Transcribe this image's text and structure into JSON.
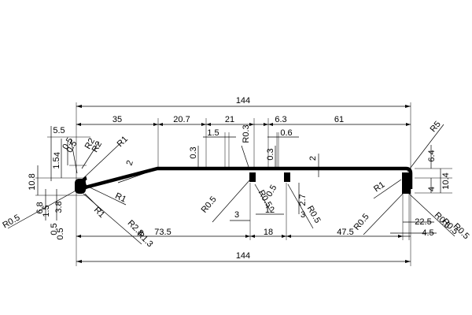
{
  "drawing": {
    "colors": {
      "line": "#000000",
      "background": "#ffffff"
    },
    "dimensions": {
      "overall_top": "144",
      "overall_bottom": "144",
      "seg_35": "35",
      "seg_20_7": "20.7",
      "seg_21": "21",
      "seg_6_3": "6.3",
      "seg_61": "61",
      "seg_1_5_top": "1.5",
      "seg_0_6": "0.6",
      "v_0_3_a": "0.3",
      "v_0_3_b": "0.3",
      "r_0_3": "R0.3",
      "v_2_right": "2",
      "angle_2": "2",
      "r1_top": "R1",
      "r1_mid": "R1",
      "r1_low": "R1",
      "r1_right": "R1",
      "r2_a": "R2",
      "r2_b": "R2",
      "r5": "R5",
      "r0_5_a": "R0.5",
      "r0_5_b": "R0.5",
      "r0_5_c": "R0.5",
      "r0_5_d": "R0.5",
      "r0_5_e": "R0.5",
      "r0_5_f": "R0.5",
      "r0_5_g": "R0.5",
      "r0_5_left": "R0.5",
      "r2_8": "R2.8",
      "r1_3": "R1.3",
      "d0_5_a": "0.5",
      "d0_5_b": "0.5",
      "d0_5_c": "0.5",
      "d0_5_left": "0.5",
      "left_5_5": "5.5",
      "left_1_5": "1.5",
      "left_4": "4",
      "left_10_8": "10.8",
      "left_6_8": "6.8",
      "left_3_8": "3.8",
      "left_1_5_b": "1.5",
      "left_0_5": "0.5",
      "right_6_4": "6.4",
      "right_4": "4",
      "right_10_4": "10.4",
      "mid_3_a": "3",
      "mid_3_b": "3",
      "mid_12": "12",
      "mid_2_7": "2.7",
      "bot_73_5": "73.5",
      "bot_18": "18",
      "bot_47_5": "47.5",
      "bot_22_5": "22.5",
      "bot_4_5": "4.5"
    }
  }
}
